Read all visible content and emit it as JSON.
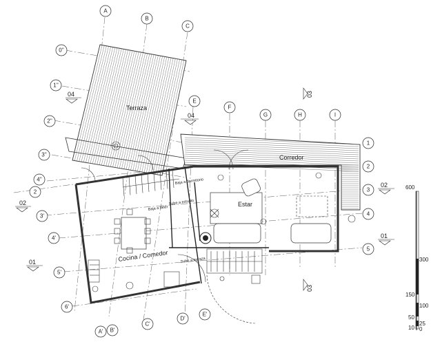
{
  "grid_columns": [
    {
      "label": "A"
    },
    {
      "label": "B"
    },
    {
      "label": "C"
    },
    {
      "label": "E"
    },
    {
      "label": "F"
    },
    {
      "label": "G"
    },
    {
      "label": "H"
    },
    {
      "label": "I"
    }
  ],
  "grid_columns_bottom": [
    {
      "label": "A'"
    },
    {
      "label": "B'"
    },
    {
      "label": "C'"
    },
    {
      "label": "D'"
    },
    {
      "label": "E'"
    }
  ],
  "grid_rows_left": [
    {
      "label": "0''"
    },
    {
      "label": "1''"
    },
    {
      "label": "2''"
    },
    {
      "label": "3''"
    },
    {
      "label": "4''"
    },
    {
      "label": "2"
    },
    {
      "label": "3'"
    },
    {
      "label": "4'"
    },
    {
      "label": "5'"
    },
    {
      "label": "6'"
    }
  ],
  "grid_rows_right": [
    {
      "label": "1"
    },
    {
      "label": "2"
    },
    {
      "label": "3"
    },
    {
      "label": "4"
    },
    {
      "label": "5"
    }
  ],
  "section_marks": [
    {
      "label": "04"
    },
    {
      "label": "04"
    },
    {
      "label": "03"
    },
    {
      "label": "03"
    },
    {
      "label": "02"
    },
    {
      "label": "02"
    },
    {
      "label": "01"
    },
    {
      "label": "01"
    }
  ],
  "rooms": {
    "terrace": "Terraza",
    "corridor": "Corredor",
    "living": "Estar",
    "kitchen": "Cocina / Comedor"
  },
  "small_notes": [
    "Baja a dormitorio",
    "Baja a taller",
    "Sube a estudio",
    "Sube a terraza"
  ],
  "scale": {
    "labels": [
      "600",
      "300",
      "150",
      "100",
      "50",
      "25",
      "10",
      "0"
    ]
  }
}
